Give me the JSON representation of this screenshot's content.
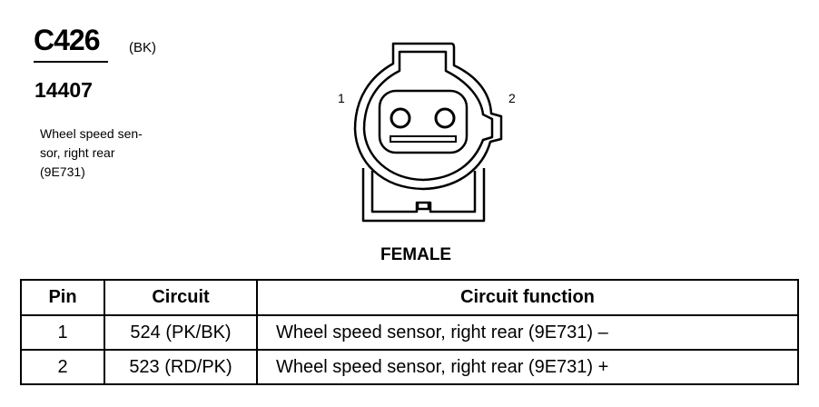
{
  "connector": {
    "id": "C426",
    "color": "(BK)",
    "part_number": "14407",
    "description_lines": [
      "Wheel speed sen-",
      "sor, right rear",
      "(9E731)"
    ]
  },
  "diagram": {
    "pin_labels": [
      "1",
      "2"
    ],
    "gender": "FEMALE"
  },
  "table": {
    "headers": [
      "Pin",
      "Circuit",
      "Circuit function"
    ],
    "rows": [
      {
        "pin": "1",
        "circuit": "524 (PK/BK)",
        "function": "Wheel speed sensor, right rear (9E731) –"
      },
      {
        "pin": "2",
        "circuit": "523 (RD/PK)",
        "function": "Wheel speed sensor, right rear (9E731) +"
      }
    ]
  }
}
